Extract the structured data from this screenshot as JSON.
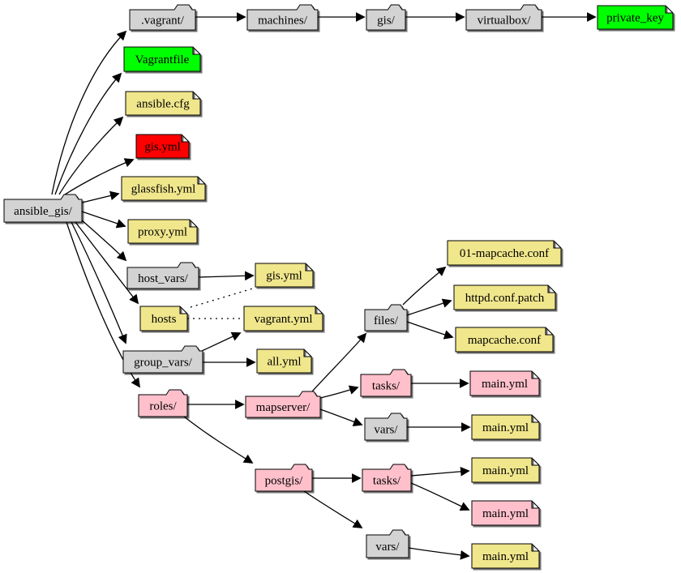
{
  "diagram": {
    "description": "Directory tree graph of an ansible_gis project",
    "palette": {
      "folder_and_dir_gray": "#d3d3d3",
      "generated_green": "#00ff00",
      "file_khaki": "#f0e68c",
      "playbook_red": "#ff0000",
      "role_pink": "#ffc0cb",
      "edge_black": "#000000",
      "background": "#ffffff"
    },
    "nodes": [
      {
        "id": "ansible_gis",
        "label": "ansible_gis/",
        "shape": "folder",
        "color": "gray"
      },
      {
        "id": "vagrant_dir",
        "label": ".vagrant/",
        "shape": "folder",
        "color": "gray"
      },
      {
        "id": "machines",
        "label": "machines/",
        "shape": "folder",
        "color": "gray"
      },
      {
        "id": "gis_dir",
        "label": "gis/",
        "shape": "folder",
        "color": "gray"
      },
      {
        "id": "virtualbox",
        "label": "virtualbox/",
        "shape": "folder",
        "color": "gray"
      },
      {
        "id": "private_key",
        "label": "private_key",
        "shape": "note",
        "color": "green"
      },
      {
        "id": "vagrantfile",
        "label": "Vagrantfile",
        "shape": "note",
        "color": "green"
      },
      {
        "id": "ansible_cfg",
        "label": "ansible.cfg",
        "shape": "note",
        "color": "khaki"
      },
      {
        "id": "gis_yml",
        "label": "gis.yml",
        "shape": "note",
        "color": "red"
      },
      {
        "id": "glassfish_yml",
        "label": "glassfish.yml",
        "shape": "note",
        "color": "khaki"
      },
      {
        "id": "proxy_yml",
        "label": "proxy.yml",
        "shape": "note",
        "color": "khaki"
      },
      {
        "id": "host_vars",
        "label": "host_vars/",
        "shape": "folder",
        "color": "gray"
      },
      {
        "id": "host_vars_gis_yml",
        "label": "gis.yml",
        "shape": "note",
        "color": "khaki"
      },
      {
        "id": "hosts",
        "label": "hosts",
        "shape": "note",
        "color": "khaki"
      },
      {
        "id": "vagrant_yml",
        "label": "vagrant.yml",
        "shape": "note",
        "color": "khaki"
      },
      {
        "id": "group_vars",
        "label": "group_vars/",
        "shape": "folder",
        "color": "gray"
      },
      {
        "id": "all_yml",
        "label": "all.yml",
        "shape": "note",
        "color": "khaki"
      },
      {
        "id": "roles",
        "label": "roles/",
        "shape": "folder",
        "color": "pink"
      },
      {
        "id": "mapserver",
        "label": "mapserver/",
        "shape": "folder",
        "color": "pink"
      },
      {
        "id": "files",
        "label": "files/",
        "shape": "folder",
        "color": "gray"
      },
      {
        "id": "mapcache01_conf",
        "label": "01-mapcache.conf",
        "shape": "note",
        "color": "khaki"
      },
      {
        "id": "httpd_conf_patch",
        "label": "httpd.conf.patch",
        "shape": "note",
        "color": "khaki"
      },
      {
        "id": "mapcache_conf",
        "label": "mapcache.conf",
        "shape": "note",
        "color": "khaki"
      },
      {
        "id": "mapserver_tasks",
        "label": "tasks/",
        "shape": "folder",
        "color": "pink"
      },
      {
        "id": "mapserver_tasks_main_yml",
        "label": "main.yml",
        "shape": "note",
        "color": "pink"
      },
      {
        "id": "mapserver_vars",
        "label": "vars/",
        "shape": "folder",
        "color": "gray"
      },
      {
        "id": "mapserver_vars_main_yml",
        "label": "main.yml",
        "shape": "note",
        "color": "khaki"
      },
      {
        "id": "postgis",
        "label": "postgis/",
        "shape": "folder",
        "color": "pink"
      },
      {
        "id": "postgis_tasks",
        "label": "tasks/",
        "shape": "folder",
        "color": "pink"
      },
      {
        "id": "postgis_tasks_main_yml_1",
        "label": "main.yml",
        "shape": "note",
        "color": "khaki"
      },
      {
        "id": "postgis_tasks_main_yml_2",
        "label": "main.yml",
        "shape": "note",
        "color": "pink"
      },
      {
        "id": "postgis_vars",
        "label": "vars/",
        "shape": "folder",
        "color": "gray"
      },
      {
        "id": "postgis_vars_main_yml",
        "label": "main.yml",
        "shape": "note",
        "color": "khaki"
      }
    ],
    "edges": [
      {
        "from": "ansible_gis",
        "to": "vagrant_dir",
        "style": "solid"
      },
      {
        "from": "ansible_gis",
        "to": "vagrantfile",
        "style": "solid"
      },
      {
        "from": "ansible_gis",
        "to": "ansible_cfg",
        "style": "solid"
      },
      {
        "from": "ansible_gis",
        "to": "gis_yml",
        "style": "solid"
      },
      {
        "from": "ansible_gis",
        "to": "glassfish_yml",
        "style": "solid"
      },
      {
        "from": "ansible_gis",
        "to": "proxy_yml",
        "style": "solid"
      },
      {
        "from": "ansible_gis",
        "to": "host_vars",
        "style": "solid"
      },
      {
        "from": "ansible_gis",
        "to": "hosts",
        "style": "solid"
      },
      {
        "from": "ansible_gis",
        "to": "group_vars",
        "style": "solid"
      },
      {
        "from": "ansible_gis",
        "to": "roles",
        "style": "solid"
      },
      {
        "from": "vagrant_dir",
        "to": "machines",
        "style": "solid"
      },
      {
        "from": "machines",
        "to": "gis_dir",
        "style": "solid"
      },
      {
        "from": "gis_dir",
        "to": "virtualbox",
        "style": "solid"
      },
      {
        "from": "virtualbox",
        "to": "private_key",
        "style": "solid"
      },
      {
        "from": "host_vars",
        "to": "host_vars_gis_yml",
        "style": "solid"
      },
      {
        "from": "hosts",
        "to": "host_vars_gis_yml",
        "style": "dotted"
      },
      {
        "from": "hosts",
        "to": "vagrant_yml",
        "style": "dotted"
      },
      {
        "from": "group_vars",
        "to": "vagrant_yml",
        "style": "solid"
      },
      {
        "from": "group_vars",
        "to": "all_yml",
        "style": "solid"
      },
      {
        "from": "roles",
        "to": "mapserver",
        "style": "solid"
      },
      {
        "from": "roles",
        "to": "postgis",
        "style": "solid"
      },
      {
        "from": "mapserver",
        "to": "files",
        "style": "solid"
      },
      {
        "from": "mapserver",
        "to": "mapserver_tasks",
        "style": "solid"
      },
      {
        "from": "mapserver",
        "to": "mapserver_vars",
        "style": "solid"
      },
      {
        "from": "files",
        "to": "mapcache01_conf",
        "style": "solid"
      },
      {
        "from": "files",
        "to": "httpd_conf_patch",
        "style": "solid"
      },
      {
        "from": "files",
        "to": "mapcache_conf",
        "style": "solid"
      },
      {
        "from": "mapserver_tasks",
        "to": "mapserver_tasks_main_yml",
        "style": "solid"
      },
      {
        "from": "mapserver_vars",
        "to": "mapserver_vars_main_yml",
        "style": "solid"
      },
      {
        "from": "postgis",
        "to": "postgis_tasks",
        "style": "solid"
      },
      {
        "from": "postgis",
        "to": "postgis_vars",
        "style": "solid"
      },
      {
        "from": "postgis_tasks",
        "to": "postgis_tasks_main_yml_1",
        "style": "solid"
      },
      {
        "from": "postgis_tasks",
        "to": "postgis_tasks_main_yml_2",
        "style": "solid"
      },
      {
        "from": "postgis_vars",
        "to": "postgis_vars_main_yml",
        "style": "solid"
      }
    ]
  }
}
